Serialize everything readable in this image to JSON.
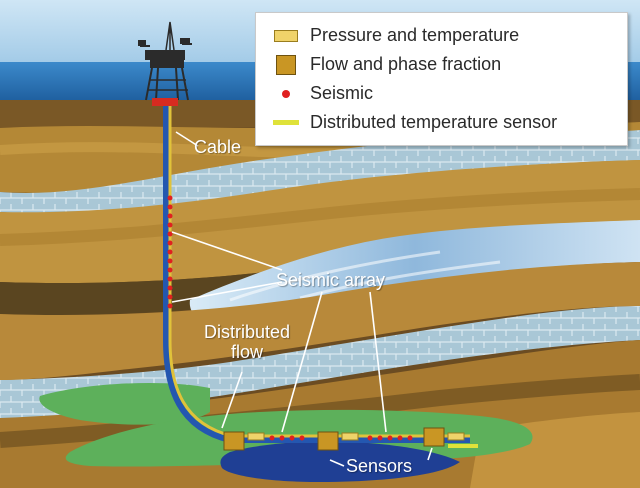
{
  "legend": {
    "items": [
      {
        "label": "Pressure and temperature",
        "swatch": "pressure-temperature-bar",
        "color": "#f0d36a"
      },
      {
        "label": "Flow and phase fraction",
        "swatch": "flow-phase-square",
        "color": "#c99624"
      },
      {
        "label": "Seismic",
        "swatch": "seismic-dot",
        "color": "#e02020"
      },
      {
        "label": "Distributed temperature sensor",
        "swatch": "dts-line",
        "color": "#dfe23a"
      }
    ]
  },
  "labels": {
    "cable": "Cable",
    "seismic_array": "Seismic array",
    "distributed_flow_line1": "Distributed",
    "distributed_flow_line2": "flow",
    "sensors": "Sensors"
  },
  "colors": {
    "sky": "#9cc8e6",
    "sea": "#2a76b8",
    "sediment": "#b98a3a",
    "limestone": "#9fc0d2",
    "reservoir": "#5cae5a",
    "water_zone": "#1f3f94",
    "well": "#2457b0",
    "cable": "#e0c23a"
  }
}
